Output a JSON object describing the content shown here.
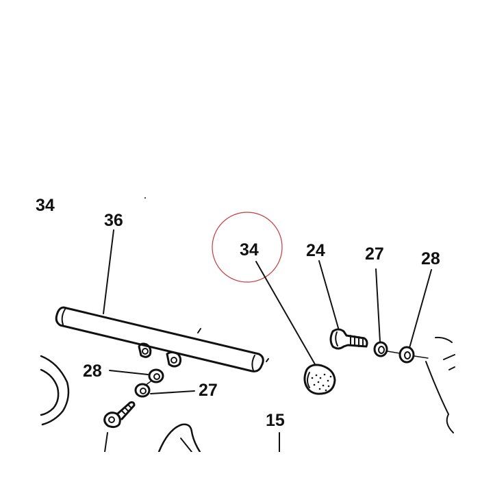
{
  "labels": {
    "corner_34": "34",
    "rod_36": "36",
    "knob_34": "34",
    "bolt_24": "24",
    "washer_27_right": "27",
    "washer_28_right": "28",
    "washer_28_left": "28",
    "washer_27_left": "27",
    "part_15": "15"
  },
  "colors": {
    "ink": "#111111",
    "highlight_circle": "#c8383f",
    "background": "#ffffff"
  }
}
